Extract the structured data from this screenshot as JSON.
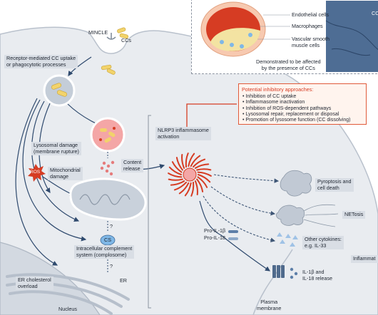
{
  "labels": {
    "mincle": "MINCLE",
    "ccs": "CCs",
    "uptake": "Receptor-mediated CC uptake\nor phagocytotic processes",
    "lysosomal_damage": "Lysosomal damage\n(membrane rupture)",
    "content_release": "Content\nrelease",
    "ros": "ROS",
    "mito_damage": "Mitochondrial\ndamage",
    "cs": "CS",
    "complement": "Intracellular complement\nsystem (complosome)",
    "er_overload": "ER cholesterol\noverload",
    "er": "ER",
    "nucleus": "Nucleus",
    "q1": "?",
    "q2": "?",
    "nlrp3": "NLRP3 inflammasome\nactivation",
    "pyroptosis": "Pyroptosis and\ncell death",
    "netosis": "NETosis",
    "pro_il1b": "Pro-IL-1β",
    "pro_il18": "Pro-IL-18",
    "other_cytokines": "Other cytokines:\ne.g. IL-33",
    "inflammation": "Inflammat",
    "il_release": "IL-1β and\nIL-18 release",
    "plasma_membrane": "Plasma\nmembrane"
  },
  "inset": {
    "endothelial": "Endothelial cells",
    "macrophages": "Macrophages",
    "vsmc": "Vascular smooth\nmuscle cells",
    "demonstrated": "Demonstrated to be affected\nby the presence of CCs",
    "cc_label": "CC"
  },
  "inhibitory": {
    "title": "Potential inhibitory approaches:",
    "items": [
      "Inhibition of CC uptake",
      "Inflammasome inactivation",
      "Inhibition of ROS-dependent pathways",
      "Lysosomal repair, replacement or disposal",
      "Promotion of lysosome function (CC dissolving)"
    ]
  },
  "colors": {
    "cell": "#e9ecf0",
    "cell_border": "#b9c1cc",
    "arrow": "#2f4a6e",
    "red": "#d63c23",
    "yellow": "#f2d36b",
    "lysosome": "#f4a6a6",
    "mito": "#c9d1db",
    "cs": "#7fb7e6"
  }
}
